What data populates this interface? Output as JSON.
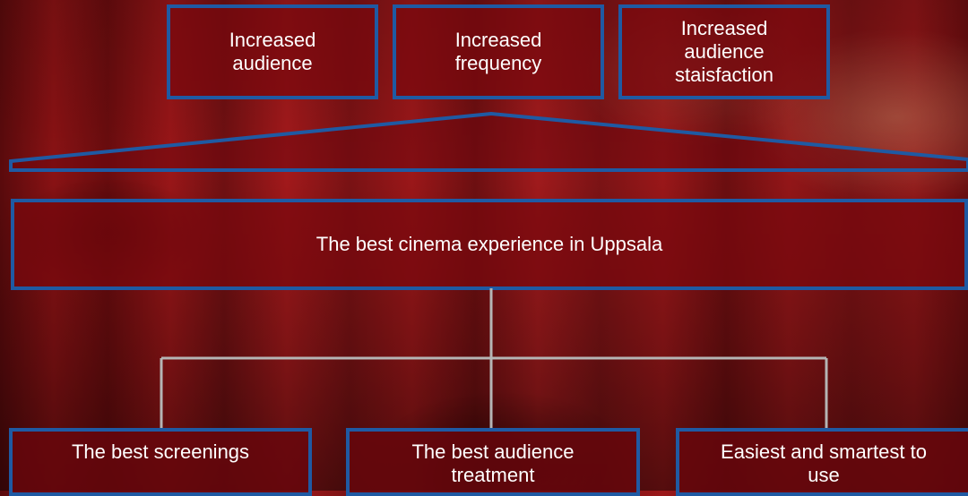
{
  "outcomes": [
    {
      "label": "Increased\naudience"
    },
    {
      "label": "Increased\nfrequency"
    },
    {
      "label": "Increased\naudience\nstaisfaction"
    }
  ],
  "goal": {
    "label": "The best cinema experience in Uppsala"
  },
  "pillars": [
    {
      "label": "The best screenings"
    },
    {
      "label": "The best audience\ntreatment"
    },
    {
      "label": "Easiest and smartest to\nuse"
    }
  ],
  "colors": {
    "box_border": "#1f5aa3",
    "connector_line": "#b5b5b5",
    "text": "#ffffff"
  }
}
